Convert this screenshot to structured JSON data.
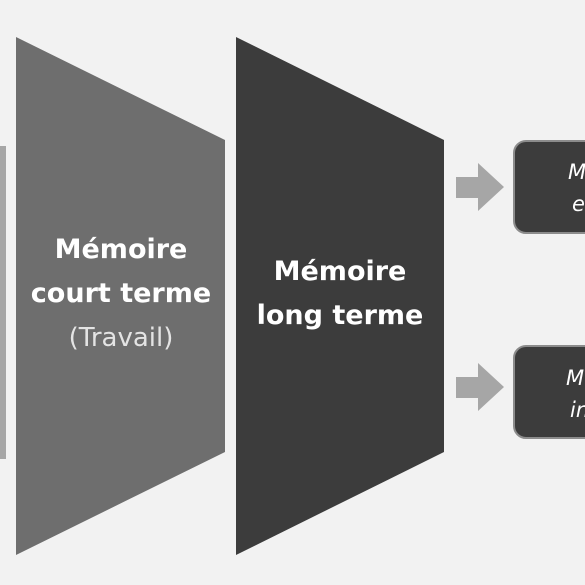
{
  "stages": [
    {
      "line1": "Mémoire",
      "line2": "court terme",
      "line3": "(Travail)"
    },
    {
      "line1": "Mémoire",
      "line2": "long terme"
    }
  ],
  "outputs": [
    {
      "line1": "M",
      "line2": "e"
    },
    {
      "line1": "M",
      "line2": "in"
    }
  ],
  "colors": {
    "background": "#f2f2f2",
    "stage_left_edge": "#a6a6a6",
    "stage_short_term": "#6e6e6e",
    "stage_long_term": "#3c3c3c",
    "arrow": "#a6a6a6",
    "output_box": "#3c3c3c",
    "output_box_border": "#8c8c8c"
  }
}
